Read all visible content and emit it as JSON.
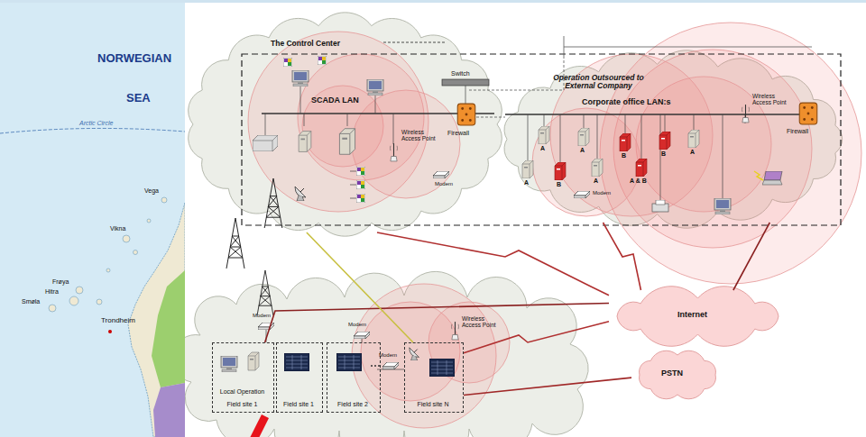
{
  "diagram": {
    "nodes": [
      {
        "text": [
          "The Control Center"
        ]
      },
      {
        "text": [
          "Operation Outsourced to External Company"
        ]
      },
      {
        "text": [
          "Internet"
        ]
      },
      {
        "text": [
          "Local Operation",
          "Field site 1"
        ]
      },
      {
        "text": [
          "Field site 1"
        ]
      },
      {
        "text": [
          "Field site 2"
        ]
      },
      {
        "text": [
          "Field site N"
        ]
      },
      {
        "text": [
          "PSTN"
        ]
      }
    ],
    "edges": [
      {
        "from": 0,
        "to": 2,
        "arrow": "none"
      },
      {
        "from": 1,
        "to": 2,
        "arrow": "none"
      },
      {
        "from": 6,
        "to": 2,
        "arrow": "none"
      },
      {
        "from": 6,
        "to": 7,
        "arrow": "none"
      },
      {
        "from": 3,
        "to": 2,
        "arrow": "none"
      },
      {
        "from": 0,
        "to": 6,
        "arrow": "none"
      },
      {
        "from": 1,
        "to": 2,
        "arrow": "none"
      }
    ],
    "labels": [
      "NORWEGIAN",
      "SEA",
      "Arctic Circle",
      "Vega",
      "Vikna",
      "Frøya",
      "Hitra",
      "Smøla",
      "Trondheim",
      "SCADA LAN",
      "Switch",
      "Wireless Access Point",
      "Firewall",
      "Modem",
      "Corporate office LAN:s",
      "A",
      "A",
      "A",
      "B",
      "A",
      "B",
      "B",
      "A",
      "A & B",
      "Wireless Access Point",
      "Firewall",
      "Modem",
      "Modem",
      "Modem",
      "Modem",
      "Wireless Access Point"
    ]
  }
}
